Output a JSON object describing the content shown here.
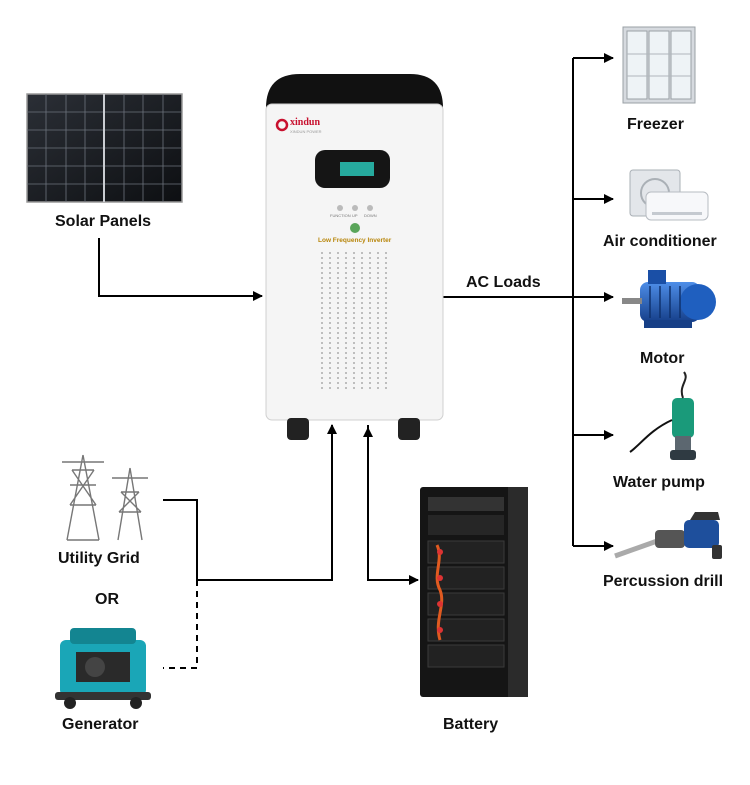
{
  "diagram": {
    "inputs": {
      "solar_panels": "Solar Panels",
      "utility_grid": "Utility Grid",
      "or": "OR",
      "generator": "Generator",
      "battery": "Battery"
    },
    "inverter": {
      "brand": "xindun",
      "brand_sub": "XINDUN POWER",
      "product_label": "Low Frequency Inverter",
      "buttons": [
        "FUNCTION",
        "UP",
        "DOWN"
      ]
    },
    "ac_loads_label": "AC Loads",
    "loads": [
      {
        "label": "Freezer",
        "icon": "freezer-icon"
      },
      {
        "label": "Air conditioner",
        "icon": "air-conditioner-icon"
      },
      {
        "label": "Motor",
        "icon": "motor-icon"
      },
      {
        "label": "Water pump",
        "icon": "water-pump-icon"
      },
      {
        "label": "Percussion drill",
        "icon": "percussion-drill-icon"
      }
    ],
    "colors": {
      "line": "#000000",
      "inverter_body": "#f4f4f4",
      "inverter_top": "#111111",
      "brand_red": "#c8102e",
      "motor_blue": "#1f5fbf",
      "pump_green": "#1a9a7a",
      "generator_teal": "#1aa6b7"
    }
  }
}
